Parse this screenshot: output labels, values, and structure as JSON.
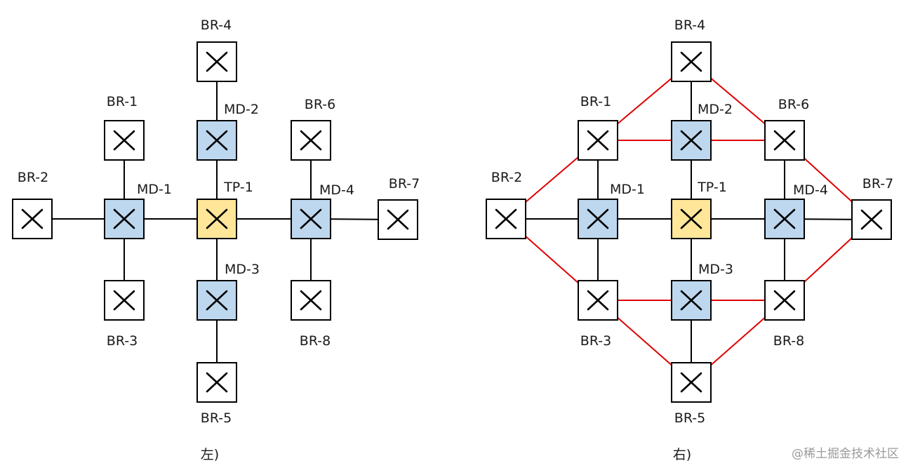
{
  "colors": {
    "md_fill": "#bdd7ee",
    "tp_fill": "#ffe699",
    "br_fill": "#ffffff",
    "border": "#000000",
    "link": "#000000",
    "redundant_link": "#e00000"
  },
  "icon": "cross-icon",
  "left_panel": {
    "caption": "左)",
    "nodes": {
      "BR-1": {
        "label": "BR-1",
        "type": "br"
      },
      "BR-2": {
        "label": "BR-2",
        "type": "br"
      },
      "BR-3": {
        "label": "BR-3",
        "type": "br"
      },
      "BR-4": {
        "label": "BR-4",
        "type": "br"
      },
      "BR-5": {
        "label": "BR-5",
        "type": "br"
      },
      "BR-6": {
        "label": "BR-6",
        "type": "br"
      },
      "BR-7": {
        "label": "BR-7",
        "type": "br"
      },
      "BR-8": {
        "label": "BR-8",
        "type": "br"
      },
      "MD-1": {
        "label": "MD-1",
        "type": "md"
      },
      "MD-2": {
        "label": "MD-2",
        "type": "md"
      },
      "MD-3": {
        "label": "MD-3",
        "type": "md"
      },
      "MD-4": {
        "label": "MD-4",
        "type": "md"
      },
      "TP-1": {
        "label": "TP-1",
        "type": "tp"
      }
    },
    "links": [
      [
        "BR-2",
        "MD-1"
      ],
      [
        "MD-1",
        "TP-1"
      ],
      [
        "TP-1",
        "MD-4"
      ],
      [
        "MD-4",
        "BR-7"
      ],
      [
        "BR-1",
        "MD-1"
      ],
      [
        "MD-1",
        "BR-3"
      ],
      [
        "BR-4",
        "MD-2"
      ],
      [
        "MD-2",
        "TP-1"
      ],
      [
        "TP-1",
        "MD-3"
      ],
      [
        "MD-3",
        "BR-5"
      ],
      [
        "BR-6",
        "MD-4"
      ],
      [
        "MD-4",
        "BR-8"
      ]
    ],
    "redundant_links": []
  },
  "right_panel": {
    "caption": "右)",
    "nodes": {
      "BR-1": {
        "label": "BR-1",
        "type": "br"
      },
      "BR-2": {
        "label": "BR-2",
        "type": "br"
      },
      "BR-3": {
        "label": "BR-3",
        "type": "br"
      },
      "BR-4": {
        "label": "BR-4",
        "type": "br"
      },
      "BR-5": {
        "label": "BR-5",
        "type": "br"
      },
      "BR-6": {
        "label": "BR-6",
        "type": "br"
      },
      "BR-7": {
        "label": "BR-7",
        "type": "br"
      },
      "BR-8": {
        "label": "BR-8",
        "type": "br"
      },
      "MD-1": {
        "label": "MD-1",
        "type": "md"
      },
      "MD-2": {
        "label": "MD-2",
        "type": "md"
      },
      "MD-3": {
        "label": "MD-3",
        "type": "md"
      },
      "MD-4": {
        "label": "MD-4",
        "type": "md"
      },
      "TP-1": {
        "label": "TP-1",
        "type": "tp"
      }
    },
    "links": [
      [
        "BR-2",
        "MD-1"
      ],
      [
        "MD-1",
        "TP-1"
      ],
      [
        "TP-1",
        "MD-4"
      ],
      [
        "MD-4",
        "BR-7"
      ],
      [
        "BR-1",
        "MD-1"
      ],
      [
        "MD-1",
        "BR-3"
      ],
      [
        "BR-4",
        "MD-2"
      ],
      [
        "MD-2",
        "TP-1"
      ],
      [
        "TP-1",
        "MD-3"
      ],
      [
        "MD-3",
        "BR-5"
      ],
      [
        "BR-6",
        "MD-4"
      ],
      [
        "MD-4",
        "BR-8"
      ]
    ],
    "redundant_links": [
      [
        "BR-2",
        "BR-1"
      ],
      [
        "BR-1",
        "BR-4"
      ],
      [
        "BR-4",
        "BR-6"
      ],
      [
        "BR-6",
        "BR-7"
      ],
      [
        "BR-7",
        "BR-8"
      ],
      [
        "BR-8",
        "BR-5"
      ],
      [
        "BR-5",
        "BR-3"
      ],
      [
        "BR-3",
        "BR-2"
      ],
      [
        "BR-1",
        "MD-2"
      ],
      [
        "MD-2",
        "BR-6"
      ],
      [
        "BR-3",
        "MD-3"
      ],
      [
        "MD-3",
        "BR-8"
      ]
    ]
  },
  "watermark": "@稀土掘金技术社区"
}
